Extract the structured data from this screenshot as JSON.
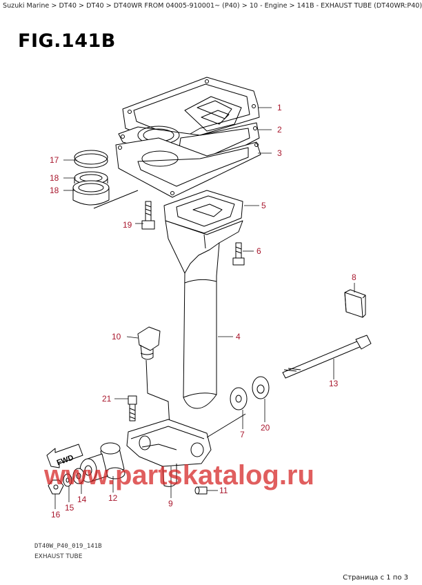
{
  "breadcrumb": {
    "items": [
      "Suzuki Marine",
      "DT40",
      "DT40",
      "DT40WR FROM 04005-910001~ (P40)",
      "10 - Engine",
      "141B - EXHAUST TUBE (DT40WR:P40)"
    ],
    "separator": ">"
  },
  "figure": {
    "title": "FIG.141B",
    "code": "DT40W_P40_019_141B",
    "caption": "EXHAUST TUBE",
    "fwd_label": "FWD"
  },
  "watermark": "www.partskatalog.ru",
  "pagination": {
    "text": "Страница с 1 по 3"
  },
  "parts": {
    "p1": "1",
    "p2": "2",
    "p3": "3",
    "p4": "4",
    "p5": "5",
    "p6": "6",
    "p7": "7",
    "p8": "8",
    "p9": "9",
    "p10": "10",
    "p11": "11",
    "p12": "12",
    "p13": "13",
    "p14": "14",
    "p15": "15",
    "p16": "16",
    "p17": "17",
    "p18a": "18",
    "p18b": "18",
    "p19": "19",
    "p20": "20",
    "p21": "21"
  },
  "colors": {
    "label": "#a8162c",
    "line": "#000000",
    "watermark": "#d42020"
  }
}
